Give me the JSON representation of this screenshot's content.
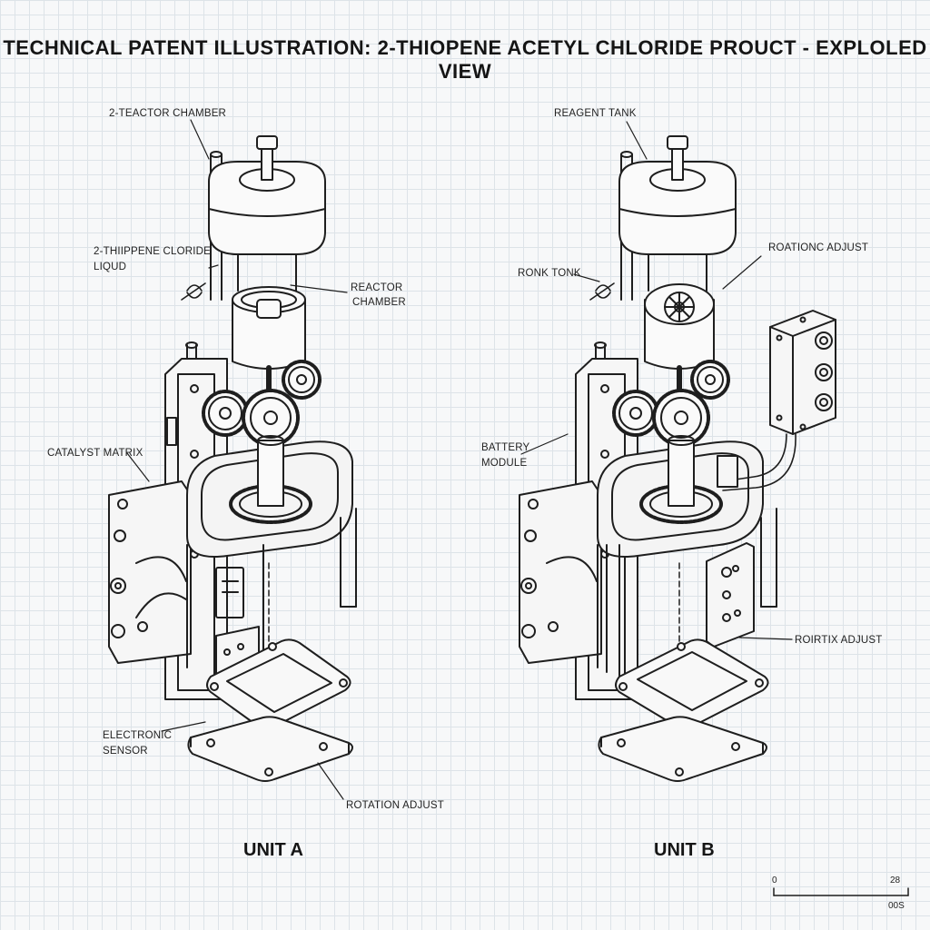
{
  "title": "TECHNICAL PATENT ILLUSTRATION: 2-THIOPENE ACETYL CHLORIDE PROUCT - EXPLOLED VIEW",
  "unit_a": {
    "name": "UNIT A",
    "labels": {
      "top": "2-TEACTOR CHAMBER",
      "liquid_1": "2-THIIPPENE CLORIDE",
      "liquid_2": "LIQUD",
      "reactor_1": "REACTOR",
      "reactor_2": "CHAMBER",
      "catalyst": "CATALYST MATRIX",
      "sensor_1": "ELECTRONIC",
      "sensor_2": "SENSOR",
      "rotation": "ROTATION ADJUST"
    }
  },
  "unit_b": {
    "name": "UNIT B",
    "labels": {
      "reagent": "REAGENT TANK",
      "roatonc": "ROATIONC ADJUST",
      "ronk": "RONK TONK",
      "battery_1": "BATTERY",
      "battery_2": "MODULE",
      "roirtix": "ROIRTIX ADJUST"
    }
  },
  "scale": {
    "start": "0",
    "end": "28",
    "unit": "00S"
  }
}
